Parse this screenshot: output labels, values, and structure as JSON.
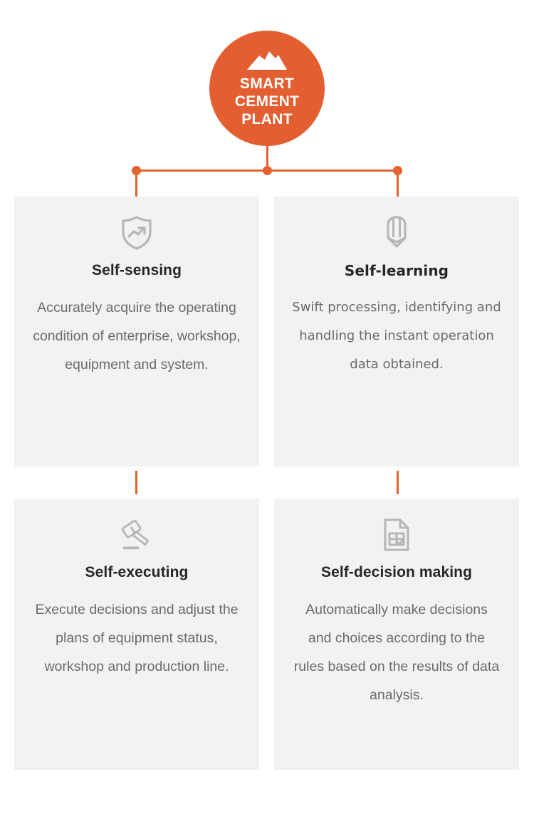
{
  "theme": {
    "accent": "#E35F32",
    "connector": "#E3622F",
    "card_bg": "#F2F2F2",
    "page_bg": "#FFFFFF",
    "title_color": "#262626",
    "body_color": "#6B6B6B",
    "icon_color": "#B3B3B3"
  },
  "hub": {
    "icon": "mountain-icon",
    "title": "SMART\nCEMENT\nPLANT"
  },
  "cards": [
    {
      "key": "self-sensing",
      "icon": "shield-trending-up-icon",
      "title": "Self-sensing",
      "description": "Accurately acquire the operating condition of enterprise, workshop, equipment and system."
    },
    {
      "key": "self-learning",
      "icon": "pencil-icon",
      "title": "Self-learning",
      "description": "Swift processing, identifying and handling the instant operation data obtained."
    },
    {
      "key": "self-executing",
      "icon": "gavel-icon",
      "title": "Self-executing",
      "description": "Execute decisions and adjust the plans of equipment status, workshop and production line."
    },
    {
      "key": "self-decision",
      "icon": "document-table-check-icon",
      "title": "Self-decision making",
      "description": "Automatically make decisions and choices according to the rules based on the results of data analysis."
    }
  ]
}
